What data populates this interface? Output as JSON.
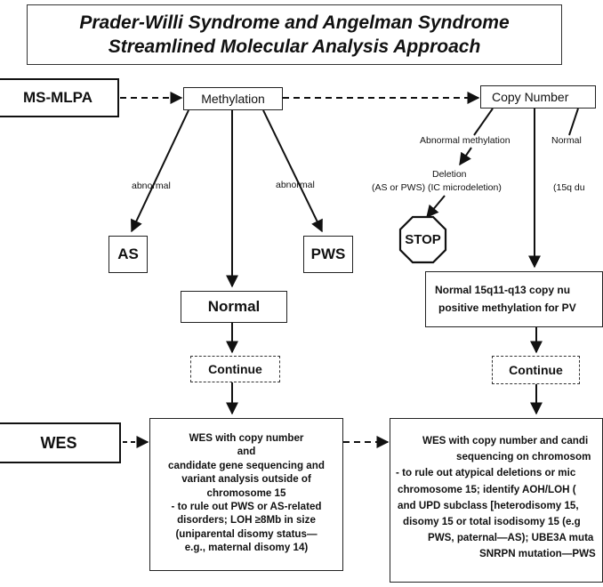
{
  "title": {
    "line1": "Prader-Willi Syndrome and Angelman Syndrome",
    "line2": "Streamlined Molecular Analysis Approach"
  },
  "nodes": {
    "ms_mlpa": "MS-MLPA",
    "methylation": "Methylation",
    "copy_number": "Copy Number",
    "as": "AS",
    "pws": "PWS",
    "normal": "Normal",
    "continue_left": "Continue",
    "continue_right": "Continue",
    "normal_copy_line1": "Normal 15q11-q13 copy nu",
    "normal_copy_line2": "positive methylation for PV",
    "stop": "STOP",
    "wes": "WES"
  },
  "edge_labels": {
    "abnormal_left": "abnormal",
    "abnormal_right": "abnormal",
    "abnormal_methylation": "Abnormal methylation",
    "normal_right": "Normal",
    "deletion_line1": "Deletion",
    "deletion_line2": "(AS or PWS) (IC microdeletion)",
    "dup_partial": "(15q du"
  },
  "wes_left_lines": [
    "WES with copy number",
    "and",
    "candidate gene sequencing and",
    "variant analysis outside of",
    "chromosome 15",
    "- to rule out PWS or AS-related",
    "disorders; LOH ≥8Mb in size",
    "(uniparental disomy status—",
    "e.g., maternal disomy 14)"
  ],
  "wes_right_lines": [
    "WES with copy number and candi",
    "sequencing on chromosom",
    "- to rule out atypical deletions or mic",
    "chromosome 15; identify AOH/LOH (",
    "and UPD subclass [heterodisomy 15,",
    "disomy 15 or total isodisomy 15 (e.g",
    "PWS, paternal—AS); UBE3A muta",
    "SNRPN mutation—PWS"
  ]
}
